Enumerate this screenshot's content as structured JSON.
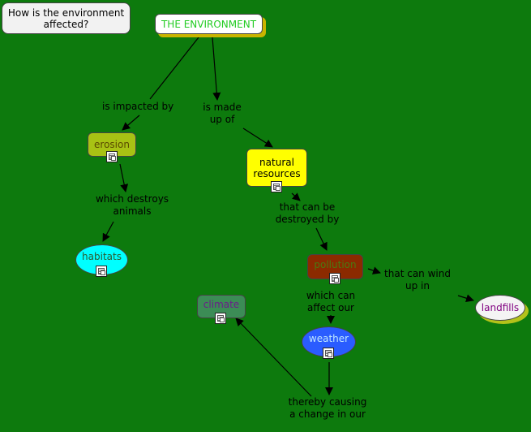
{
  "question": "How is the environment affected?",
  "nodes": {
    "environment": "THE ENVIRONMENT",
    "erosion": "erosion",
    "natural_resources": "natural resources",
    "habitats": "habitats",
    "pollution": "pollution",
    "landfills": "landfills",
    "climate": "climate",
    "weather": "weather"
  },
  "links": {
    "impacted_by": "is impacted by",
    "made_up_of": "is made up of",
    "destroys": "which destroys animals",
    "destroyed_by": "that can be destroyed by",
    "wind_up_in": "that can wind up in",
    "affect_our": "which can affect our",
    "causing_change": "thereby causing a change in our"
  },
  "colors": {
    "background": "#0d7a0d",
    "environment_text": "#22cc22",
    "erosion": "#a8c214",
    "natural_resources": "#ffff00",
    "habitats": "#00ffff",
    "pollution": "#8b2a00",
    "landfills": "#f4f4f4",
    "climate": "#3c8c56",
    "weather": "#2a5cff"
  }
}
